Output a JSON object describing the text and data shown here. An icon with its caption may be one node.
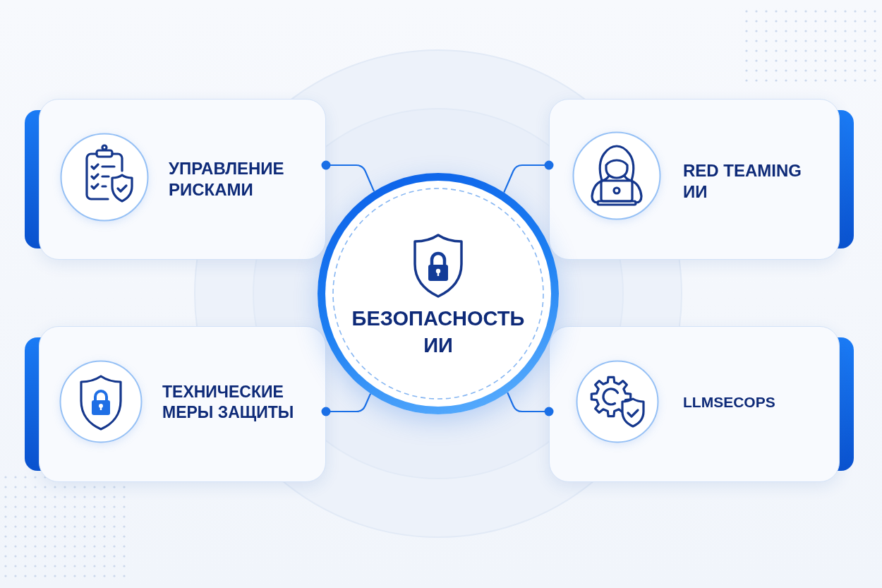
{
  "diagram": {
    "nodes": [
      {
        "text": [
          "УПРАВЛЕНИЕ РИСКАМИ"
        ]
      },
      {
        "text": [
          "RED TEAMING ИИ"
        ]
      },
      {
        "text": [
          "БЕЗОПАСНОСТЬ ИИ"
        ]
      },
      {
        "text": [
          "ТЕХНИЧЕСКИЕ МЕРЫ ЗАЩИТЫ"
        ]
      },
      {
        "text": [
          "LLMSECOPS"
        ]
      }
    ],
    "edges": [
      {
        "from": 2,
        "to": 0,
        "arrow": "other"
      },
      {
        "from": 2,
        "to": 1,
        "arrow": "other"
      },
      {
        "from": 2,
        "to": 3,
        "arrow": "other"
      },
      {
        "from": 2,
        "to": 4,
        "arrow": "other"
      }
    ]
  }
}
